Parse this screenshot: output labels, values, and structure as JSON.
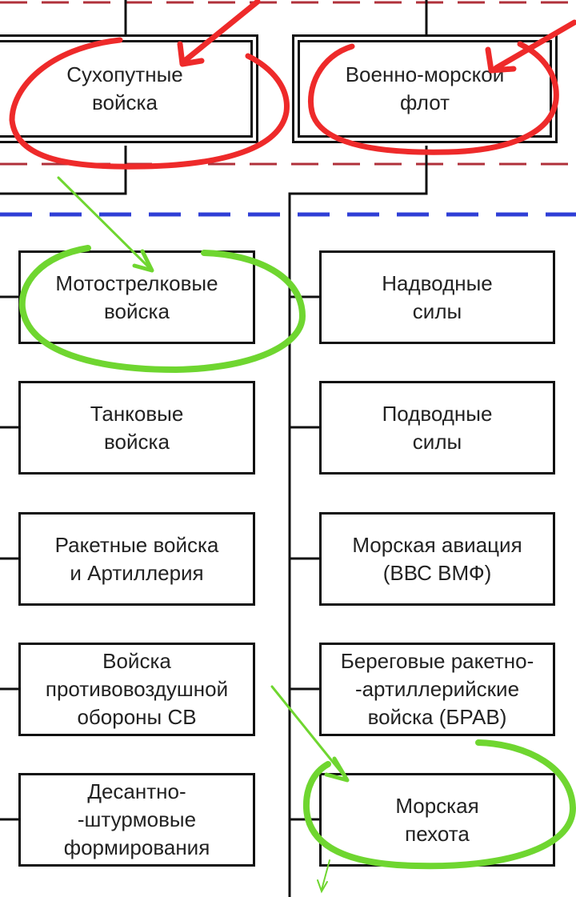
{
  "diagram": {
    "top_boxes": [
      {
        "id": "ground",
        "label": "Сухопутные\nвойска"
      },
      {
        "id": "navy",
        "label": "Военно-морской\nфлот"
      }
    ],
    "left_boxes": [
      {
        "label": "Мотострелковые\nвойска"
      },
      {
        "label": "Танковые\nвойска"
      },
      {
        "label": "Ракетные войска\nи  Артиллерия"
      },
      {
        "label": "Войска\nпротивовоздушной\nобороны  СВ"
      },
      {
        "label": "Десантно-\n-штурмовые\nформирования"
      }
    ],
    "right_boxes": [
      {
        "label": "Надводные\nсилы"
      },
      {
        "label": "Подводные\nсилы"
      },
      {
        "label": "Морская авиация\n(ВВС ВМФ)"
      },
      {
        "label": "Береговые ракетно-\n-артиллерийские\nвойска (БРАВ)"
      },
      {
        "label": "Морская\nпехота"
      }
    ]
  },
  "colors": {
    "line": "#111111",
    "dash_red": "#b0303a",
    "dash_blue": "#2f3fd6",
    "mark_red": "#ee2a2a",
    "mark_green": "#6fd630"
  }
}
